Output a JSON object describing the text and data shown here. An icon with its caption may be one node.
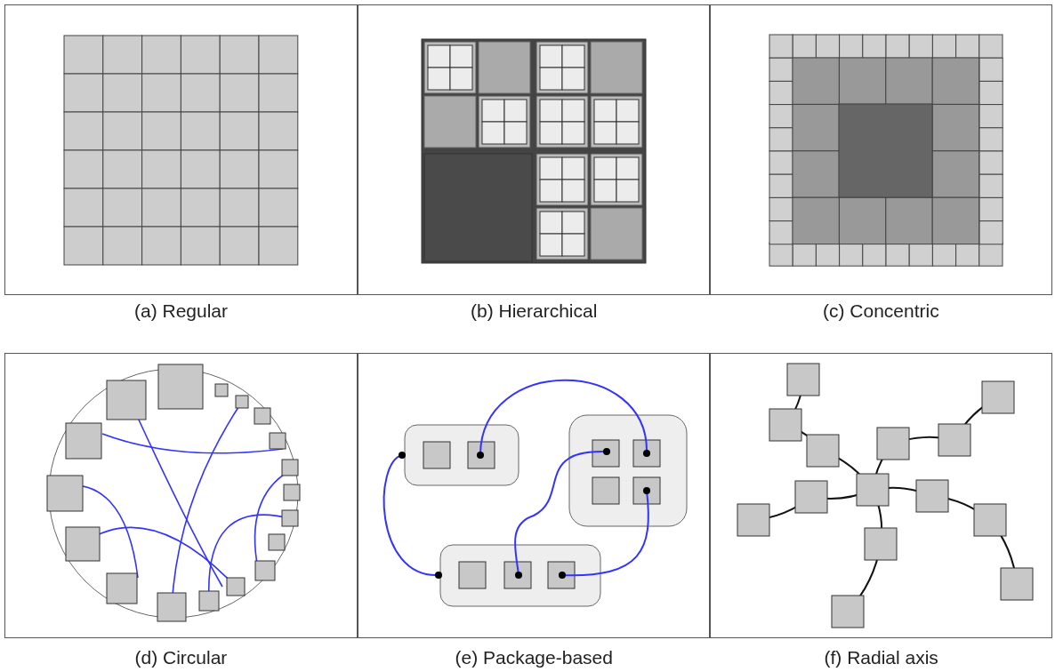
{
  "diagram": {
    "nodes": [
      {
        "text": [
          "(a) Regular"
        ]
      },
      {
        "text": [
          "(b) Hierarchical"
        ]
      },
      {
        "text": [
          "(c) Concentric"
        ]
      },
      {
        "text": [
          "(d) Circular"
        ]
      },
      {
        "text": [
          "(e) Package-based"
        ]
      },
      {
        "text": [
          "(f) Radial axis"
        ]
      }
    ]
  }
}
